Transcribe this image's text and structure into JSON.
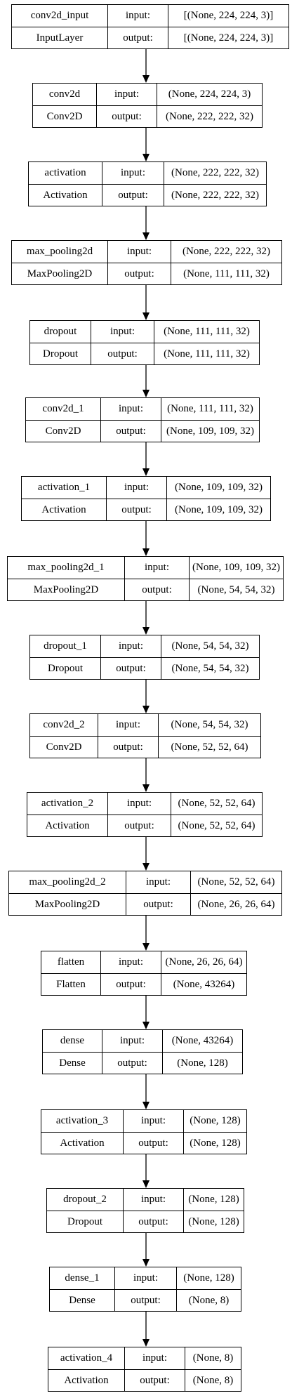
{
  "layers": [
    {
      "name": "conv2d_input",
      "type": "InputLayer",
      "input_label": "input:",
      "output_label": "output:",
      "input": "[(None, 224, 224, 3)]",
      "output": "[(None, 224, 224, 3)]"
    },
    {
      "name": "conv2d",
      "type": "Conv2D",
      "input_label": "input:",
      "output_label": "output:",
      "input": "(None, 224, 224, 3)",
      "output": "(None, 222, 222, 32)"
    },
    {
      "name": "activation",
      "type": "Activation",
      "input_label": "input:",
      "output_label": "output:",
      "input": "(None, 222, 222, 32)",
      "output": "(None, 222, 222, 32)"
    },
    {
      "name": "max_pooling2d",
      "type": "MaxPooling2D",
      "input_label": "input:",
      "output_label": "output:",
      "input": "(None, 222, 222, 32)",
      "output": "(None, 111, 111, 32)"
    },
    {
      "name": "dropout",
      "type": "Dropout",
      "input_label": "input:",
      "output_label": "output:",
      "input": "(None, 111, 111, 32)",
      "output": "(None, 111, 111, 32)"
    },
    {
      "name": "conv2d_1",
      "type": "Conv2D",
      "input_label": "input:",
      "output_label": "output:",
      "input": "(None, 111, 111, 32)",
      "output": "(None, 109, 109, 32)"
    },
    {
      "name": "activation_1",
      "type": "Activation",
      "input_label": "input:",
      "output_label": "output:",
      "input": "(None, 109, 109, 32)",
      "output": "(None, 109, 109, 32)"
    },
    {
      "name": "max_pooling2d_1",
      "type": "MaxPooling2D",
      "input_label": "input:",
      "output_label": "output:",
      "input": "(None, 109, 109, 32)",
      "output": "(None, 54, 54, 32)"
    },
    {
      "name": "dropout_1",
      "type": "Dropout",
      "input_label": "input:",
      "output_label": "output:",
      "input": "(None, 54, 54, 32)",
      "output": "(None, 54, 54, 32)"
    },
    {
      "name": "conv2d_2",
      "type": "Conv2D",
      "input_label": "input:",
      "output_label": "output:",
      "input": "(None, 54, 54, 32)",
      "output": "(None, 52, 52, 64)"
    },
    {
      "name": "activation_2",
      "type": "Activation",
      "input_label": "input:",
      "output_label": "output:",
      "input": "(None, 52, 52, 64)",
      "output": "(None, 52, 52, 64)"
    },
    {
      "name": "max_pooling2d_2",
      "type": "MaxPooling2D",
      "input_label": "input:",
      "output_label": "output:",
      "input": "(None, 52, 52, 64)",
      "output": "(None, 26, 26, 64)"
    },
    {
      "name": "flatten",
      "type": "Flatten",
      "input_label": "input:",
      "output_label": "output:",
      "input": "(None, 26, 26, 64)",
      "output": "(None, 43264)"
    },
    {
      "name": "dense",
      "type": "Dense",
      "input_label": "input:",
      "output_label": "output:",
      "input": "(None, 43264)",
      "output": "(None, 128)"
    },
    {
      "name": "activation_3",
      "type": "Activation",
      "input_label": "input:",
      "output_label": "output:",
      "input": "(None, 128)",
      "output": "(None, 128)"
    },
    {
      "name": "dropout_2",
      "type": "Dropout",
      "input_label": "input:",
      "output_label": "output:",
      "input": "(None, 128)",
      "output": "(None, 128)"
    },
    {
      "name": "dense_1",
      "type": "Dense",
      "input_label": "input:",
      "output_label": "output:",
      "input": "(None, 128)",
      "output": "(None, 8)"
    },
    {
      "name": "activation_4",
      "type": "Activation",
      "input_label": "input:",
      "output_label": "output:",
      "input": "(None, 8)",
      "output": "(None, 8)"
    }
  ]
}
